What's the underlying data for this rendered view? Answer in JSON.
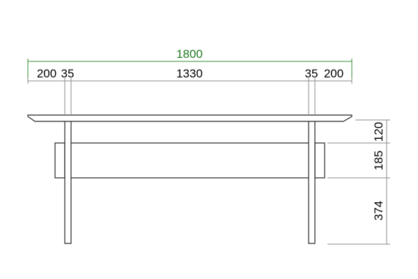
{
  "dimensions": {
    "overall_width": "1800",
    "left_overhang": "200",
    "left_leg": "35",
    "span": "1330",
    "right_leg": "35",
    "right_overhang": "200",
    "top_thickness": "120",
    "apron_height": "185",
    "leg_clearance": "374"
  },
  "colors": {
    "outline": "#222222",
    "dimension_line": "#8a8a8a",
    "overall_dimension": "#2e8b2e"
  }
}
